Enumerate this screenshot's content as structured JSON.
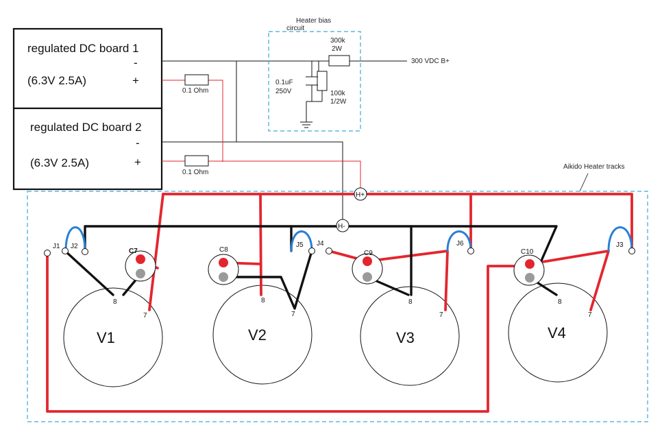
{
  "boards": [
    {
      "title": "regulated DC board 1",
      "spec": "(6.3V 2.5A)",
      "minus": "-",
      "plus": "+"
    },
    {
      "title": "regulated DC board 2",
      "spec": "(6.3V 2.5A)",
      "minus": "-",
      "plus": "+"
    }
  ],
  "resistor_label": "0.1 Ohm",
  "bias": {
    "title_line1": "Heater bias",
    "title_line2": "circuit",
    "r1_line1": "300k",
    "r1_line2": "2W",
    "r2_line1": "100k",
    "r2_line2": "1/2W",
    "cap_line1": "0.1uF",
    "cap_line2": "250V",
    "bplus": "300 VDC B+"
  },
  "heater_tracks_label": "Aikido  Heater tracks",
  "nodes": {
    "hplus": "H+",
    "hminus": "H-"
  },
  "jumpers": [
    "J1",
    "J2",
    "J3",
    "J4",
    "J5",
    "J6"
  ],
  "caps": [
    "C7",
    "C8",
    "C9",
    "C10"
  ],
  "tubes": [
    {
      "name": "V1",
      "pin8": "8",
      "pin7": "7"
    },
    {
      "name": "V2",
      "pin8": "8",
      "pin7": "7"
    },
    {
      "name": "V3",
      "pin8": "8",
      "pin7": "7"
    },
    {
      "name": "V4",
      "pin8": "8",
      "pin7": "7"
    }
  ],
  "colors": {
    "positive": "#e3262e",
    "negative": "#111111",
    "jumper": "#2a7fd4",
    "outline": "#3aa9d6"
  }
}
